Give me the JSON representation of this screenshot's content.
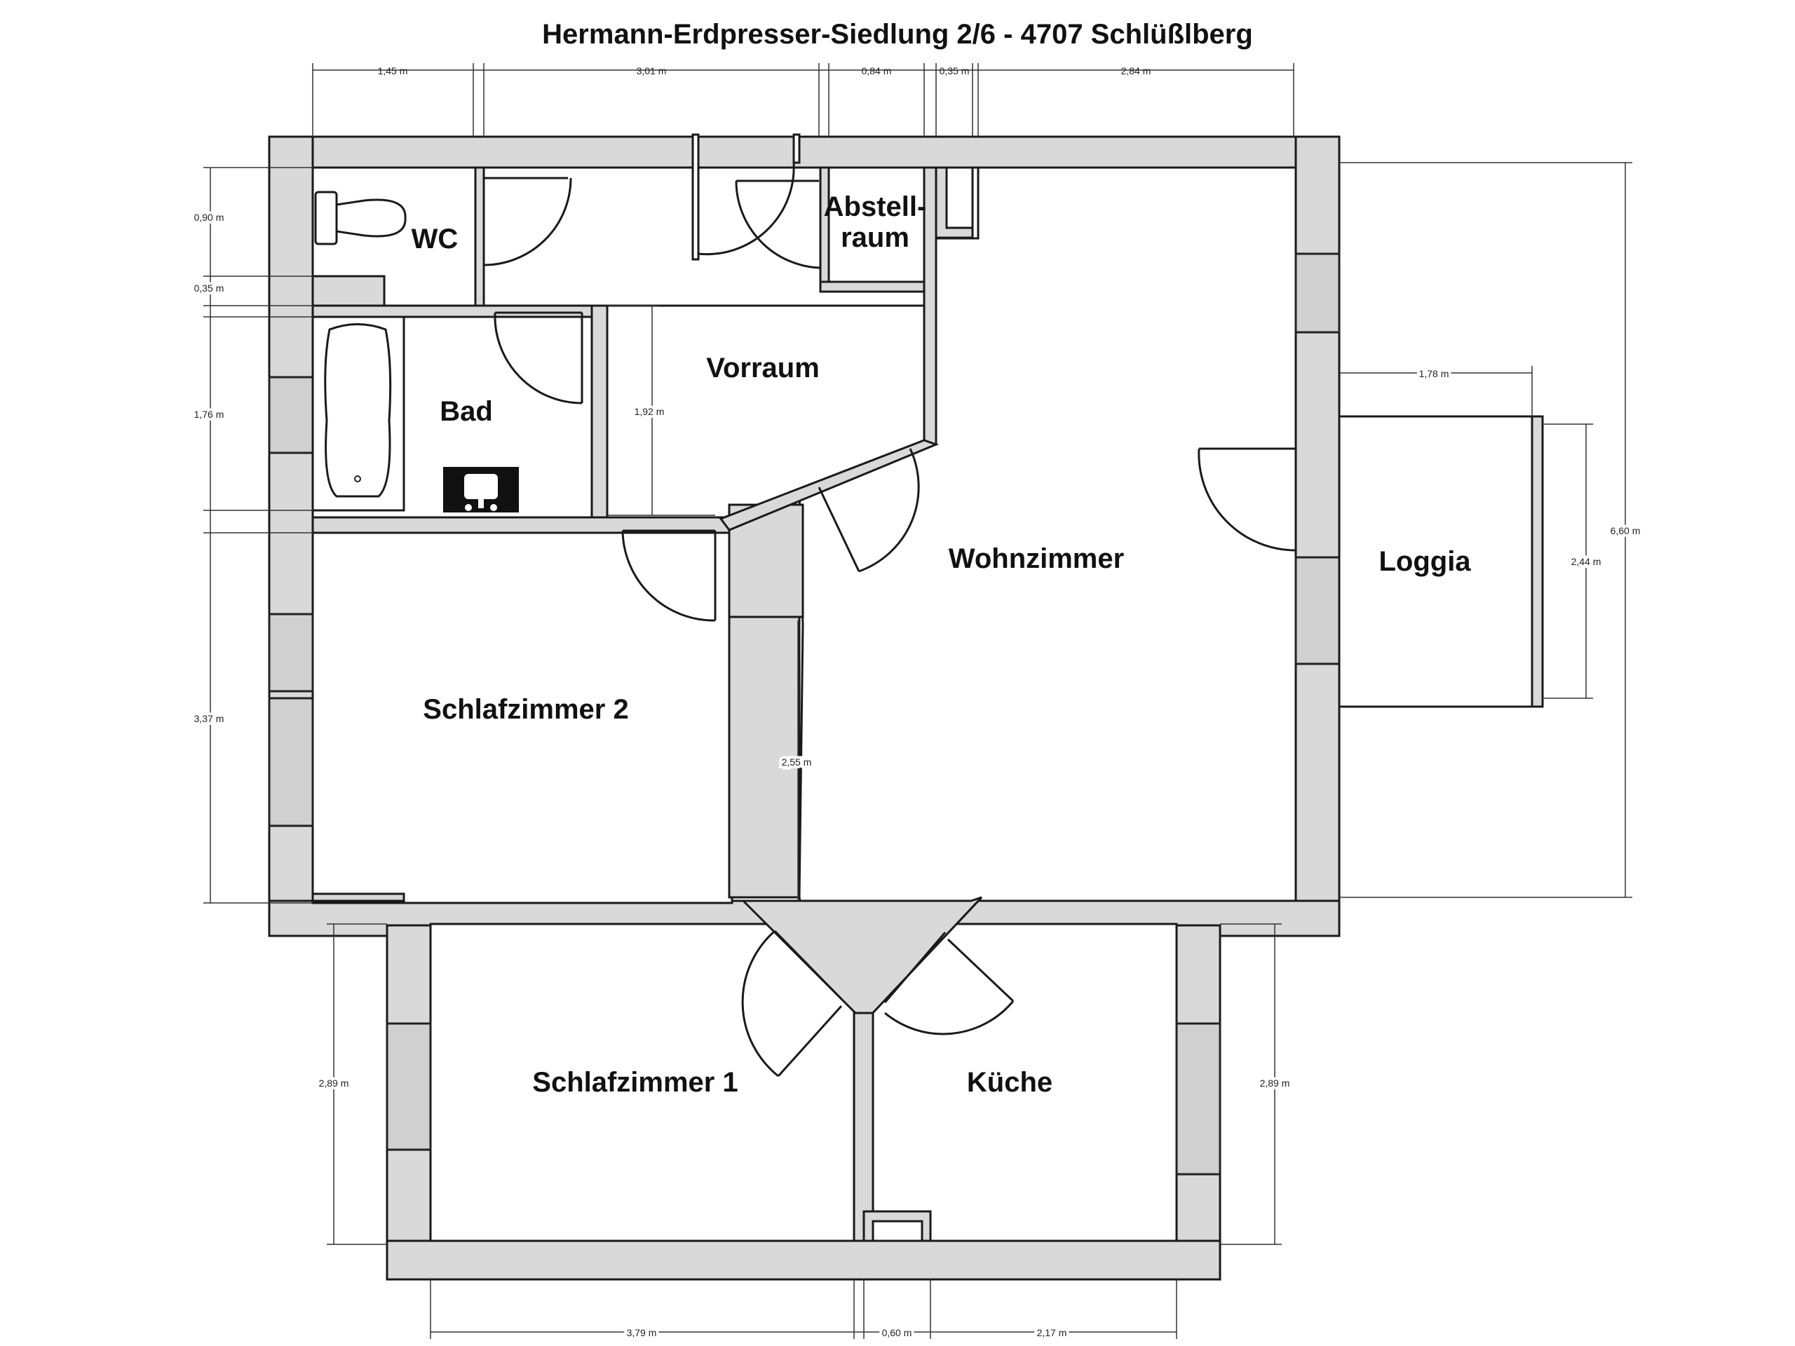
{
  "title": "Hermann-Erdpresser-Siedlung 2/6 - 4707 Schlüßlberg",
  "rooms": {
    "wc": "WC",
    "abstell_line1": "Abstell-",
    "abstell_line2": "raum",
    "vorraum": "Vorraum",
    "bad": "Bad",
    "wohnzimmer": "Wohnzimmer",
    "loggia": "Loggia",
    "schlafzimmer2": "Schlafzimmer 2",
    "schlafzimmer1": "Schlafzimmer 1",
    "kueche": "Küche"
  },
  "dimensions": {
    "top_1": "1,45 m",
    "top_2": "3,01 m",
    "top_3": "0,84 m",
    "top_4": "0,35 m",
    "top_5": "2,84 m",
    "left_1": "0,90 m",
    "left_2": "0,35 m",
    "left_3": "1,76 m",
    "left_4": "3,37 m",
    "vorraum_h": "1,92 m",
    "wohn_gap": "2,55 m",
    "loggia_w": "1,78 m",
    "loggia_h": "2,44 m",
    "right_total": "6,60 m",
    "sz1_h": "2,89 m",
    "kueche_h": "2,89 m",
    "bottom_1": "3,79 m",
    "bottom_2": "0,60 m",
    "bottom_3": "2,17 m"
  }
}
